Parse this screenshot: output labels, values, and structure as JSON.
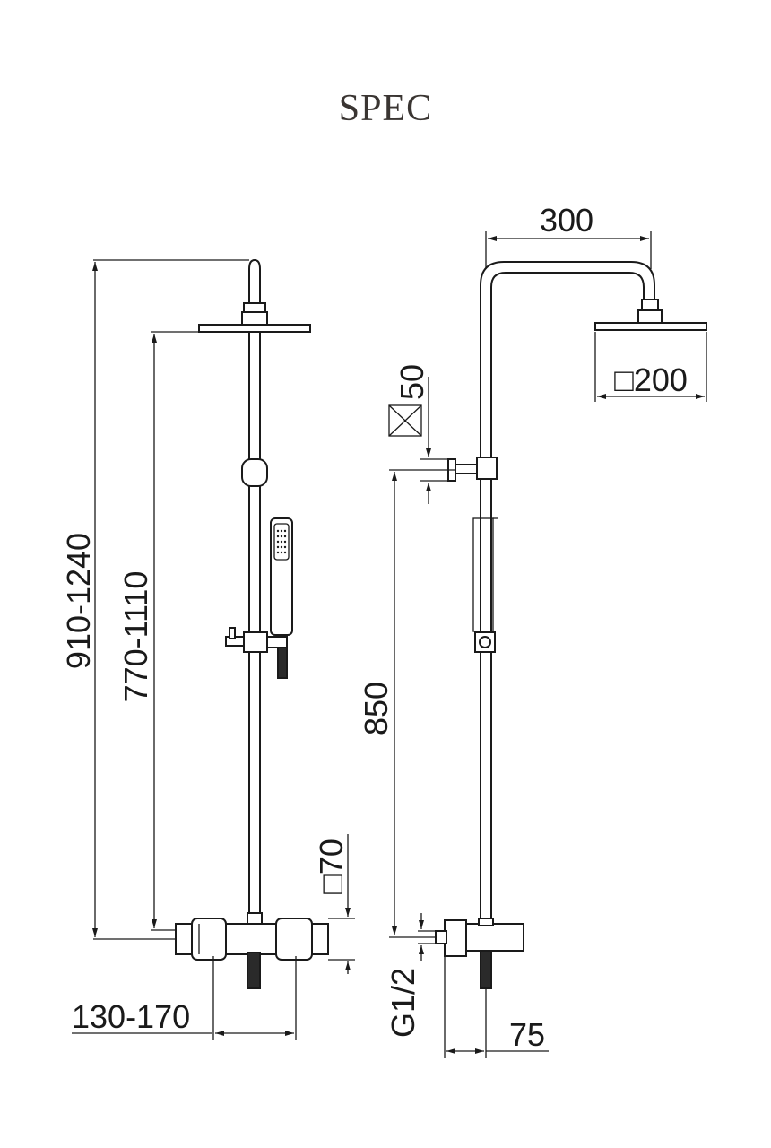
{
  "title": "SPEC",
  "dimensions": {
    "total_height": "910-1240",
    "head_height": "770-1110",
    "mixer_square": "□70",
    "outlet_spacing": "130-170",
    "arm_reach": "300",
    "head_size": "□200",
    "wall_bracket": "50",
    "bracket_height": "850",
    "inlet_thread": "G1/2",
    "wall_depth": "75"
  }
}
